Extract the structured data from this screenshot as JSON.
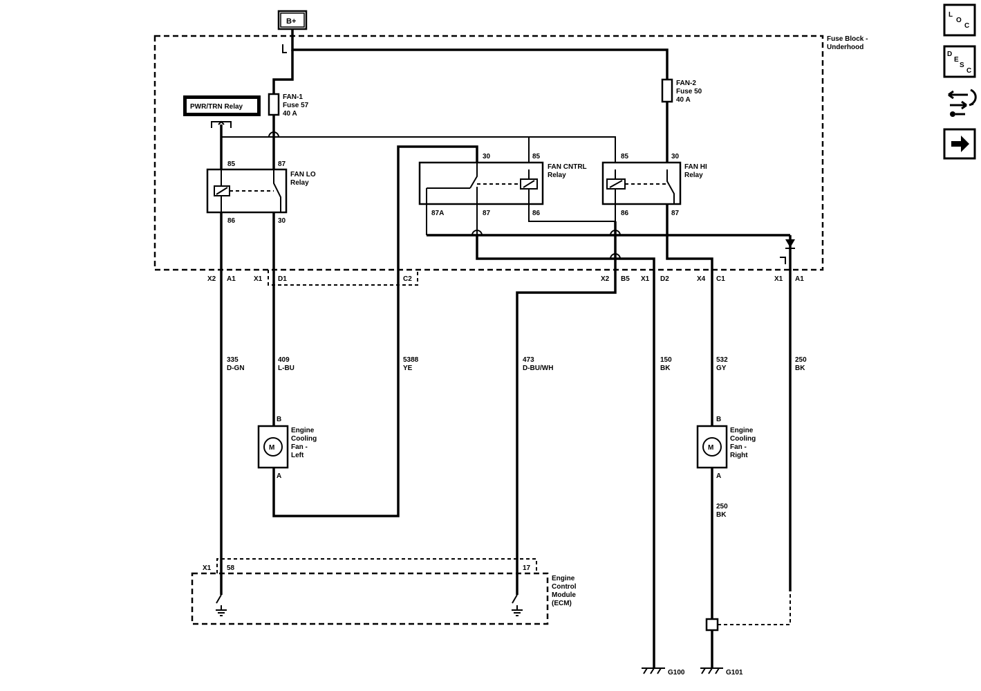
{
  "header": {
    "supply": "B+",
    "fuse_block_line1": "Fuse Block -",
    "fuse_block_line2": "Underhood"
  },
  "nav": {
    "loc": {
      "l": "L",
      "o": "O",
      "c": "C"
    },
    "desc": {
      "d": "D",
      "e": "E",
      "s": "S",
      "c": "C"
    }
  },
  "components": {
    "pwr_trn_relay": "PWR/TRN Relay",
    "fan1_fuse": {
      "line1": "FAN-1",
      "line2": "Fuse 57",
      "line3": "40 A"
    },
    "fan2_fuse": {
      "line1": "FAN-2",
      "line2": "Fuse 50",
      "line3": "40 A"
    },
    "fan_lo_relay": {
      "line1": "FAN LO",
      "line2": "Relay",
      "pin85": "85",
      "pin87": "87",
      "pin86": "86",
      "pin30": "30"
    },
    "fan_cntrl_relay": {
      "line1": "FAN CNTRL",
      "line2": "Relay",
      "pin30": "30",
      "pin85": "85",
      "pin87A": "87A",
      "pin87": "87",
      "pin86": "86"
    },
    "fan_hi_relay": {
      "line1": "FAN HI",
      "line2": "Relay",
      "pin85": "85",
      "pin30": "30",
      "pin86": "86",
      "pin87": "87"
    },
    "motor_symbol": "M",
    "fan_left": {
      "line1": "Engine",
      "line2": "Cooling",
      "line3": "Fan -",
      "line4": "Left",
      "pinB": "B",
      "pinA": "A"
    },
    "fan_right": {
      "line1": "Engine",
      "line2": "Cooling",
      "line3": "Fan -",
      "line4": "Right",
      "pinB": "B",
      "pinA": "A"
    },
    "ecm": {
      "line1": "Engine",
      "line2": "Control",
      "line3": "Module",
      "line4": "(ECM)",
      "conn": "X1",
      "pin58": "58",
      "pin17": "17"
    }
  },
  "connectors": [
    {
      "conn": "X2",
      "pin": "A1"
    },
    {
      "conn": "X1",
      "pin": "D1"
    },
    {
      "conn": "",
      "pin": "C2"
    },
    {
      "conn": "X2",
      "pin": "B5"
    },
    {
      "conn": "X1",
      "pin": "D2"
    },
    {
      "conn": "X4",
      "pin": "C1"
    },
    {
      "conn": "X1",
      "pin": "A1"
    }
  ],
  "wires": [
    {
      "circuit": "335",
      "color": "D-GN"
    },
    {
      "circuit": "409",
      "color": "L-BU"
    },
    {
      "circuit": "5388",
      "color": "YE"
    },
    {
      "circuit": "473",
      "color": "D-BU/WH"
    },
    {
      "circuit": "150",
      "color": "BK"
    },
    {
      "circuit": "532",
      "color": "GY"
    },
    {
      "circuit": "250",
      "color": "BK"
    },
    {
      "circuit": "250",
      "color": "BK"
    }
  ],
  "grounds": {
    "g100": "G100",
    "g101": "G101"
  }
}
